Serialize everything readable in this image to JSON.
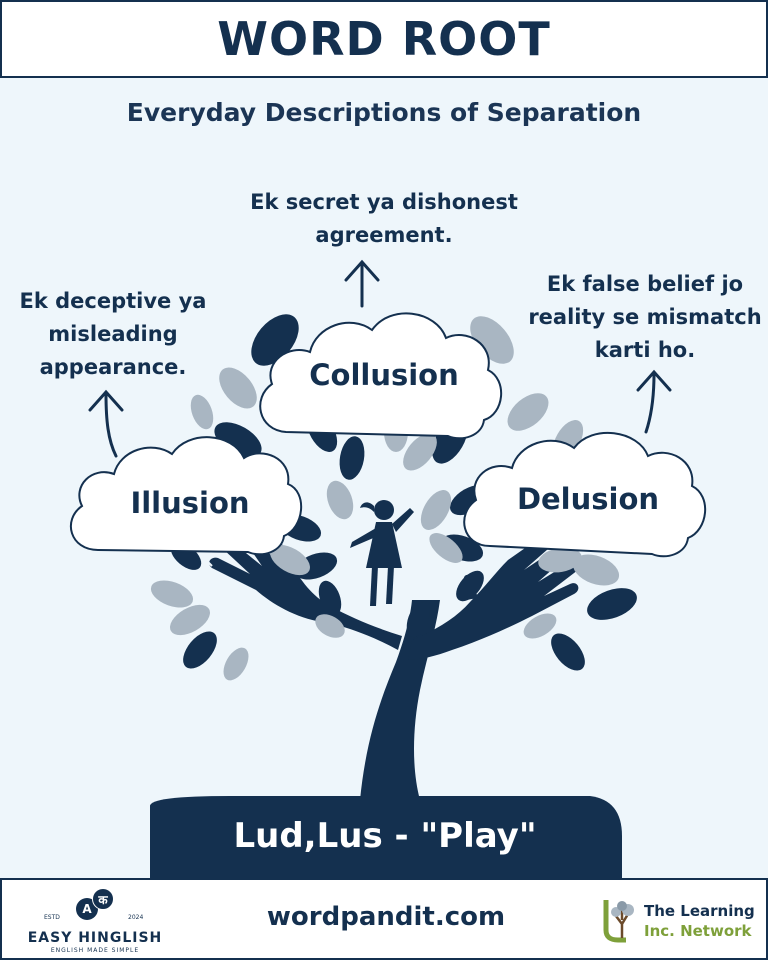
{
  "header": {
    "title": "WORD ROOT"
  },
  "subtitle": "Everyday Descriptions of Separation",
  "words": [
    {
      "word": "Illusion",
      "meaning": "Ek deceptive ya misleading appearance."
    },
    {
      "word": "Collusion",
      "meaning": "Ek secret ya dishonest agreement."
    },
    {
      "word": "Delusion",
      "meaning": "Ek false belief jo reality se mismatch karti ho."
    }
  ],
  "root": {
    "label": "Lud,Lus - \"Play\""
  },
  "footer": {
    "site": "wordpandit.com",
    "left_brand": {
      "estd": "ESTD",
      "year": "2024",
      "letter_a": "A",
      "letter_k": "क",
      "name": "EASY HINGLISH",
      "tagline": "ENGLISH MADE SIMPLE"
    },
    "right_brand": {
      "line1": "The Learning",
      "line2": "Inc. Network"
    }
  },
  "colors": {
    "navy": "#14304f",
    "background": "#eef6fb",
    "leaf_grey": "#a9b6c2",
    "accent_green": "#7ea03a"
  }
}
